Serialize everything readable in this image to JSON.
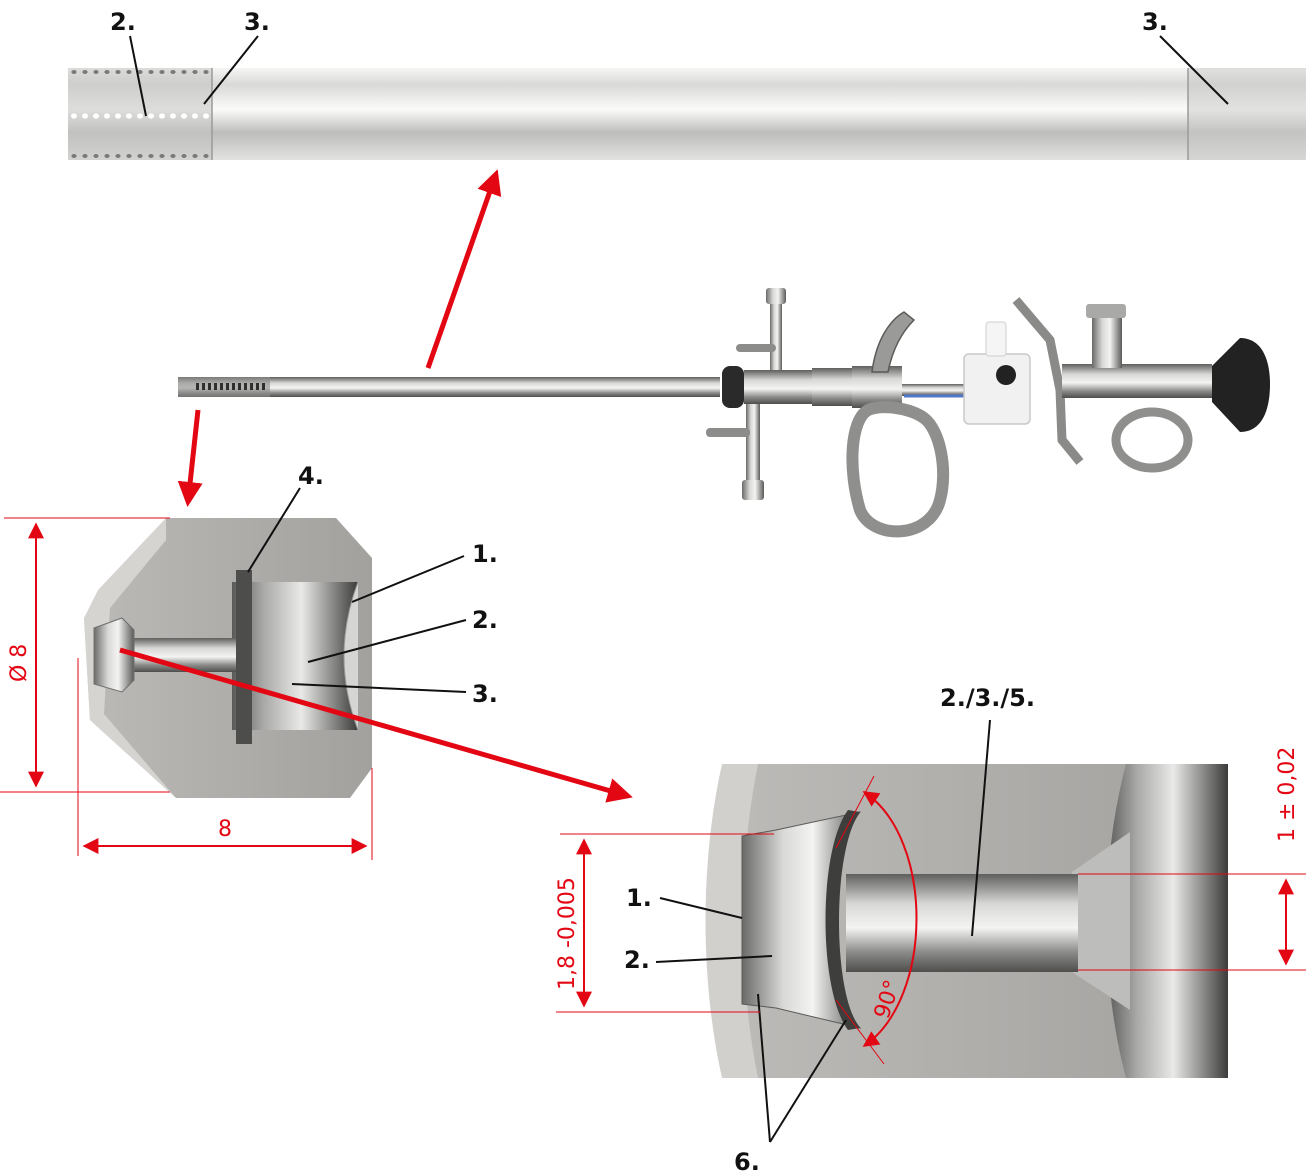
{
  "colors": {
    "dimension_red": "#e30613",
    "leader_black": "#111111",
    "cut_face_gray": "#9c9a97",
    "cut_face_light": "#d2d0cd",
    "steel_light": "#e8e8e6",
    "steel_mid": "#b8b8b6",
    "steel_dark": "#6f6f6d"
  },
  "tube_detail": {
    "callouts": [
      "2.",
      "3.",
      "3."
    ]
  },
  "section_view": {
    "callouts": [
      "4.",
      "1.",
      "2.",
      "3."
    ],
    "diameter_label": "Ø 8",
    "length_label": "8"
  },
  "magnified_view": {
    "callouts": [
      "2./3./5.",
      "1.",
      "2.",
      "6."
    ],
    "dim_left": "1,8 -0,005",
    "dim_right": "1 ± 0,02",
    "angle": "90°"
  },
  "instrument": {
    "image_kind": "resectoscope-photo"
  }
}
